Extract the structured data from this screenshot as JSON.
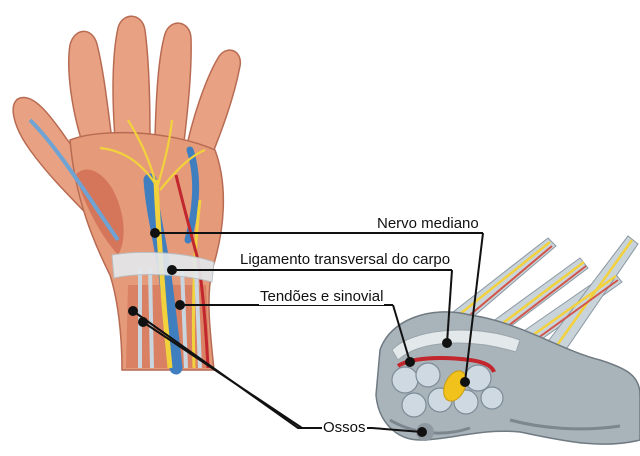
{
  "labels": {
    "nervo_mediano": "Nervo mediano",
    "ligamento": "Ligamento transversal do carpo",
    "tendoes": "Tendões e sinovial",
    "ossos": "Ossos"
  },
  "colors": {
    "skin": "#e59a7a",
    "muscle": "#c8553f",
    "vein": "#3f7fbf",
    "nerve": "#f2d23c",
    "ligament": "#dfe4e6",
    "bone": "#9aa4ab",
    "leader_line": "#111111"
  }
}
